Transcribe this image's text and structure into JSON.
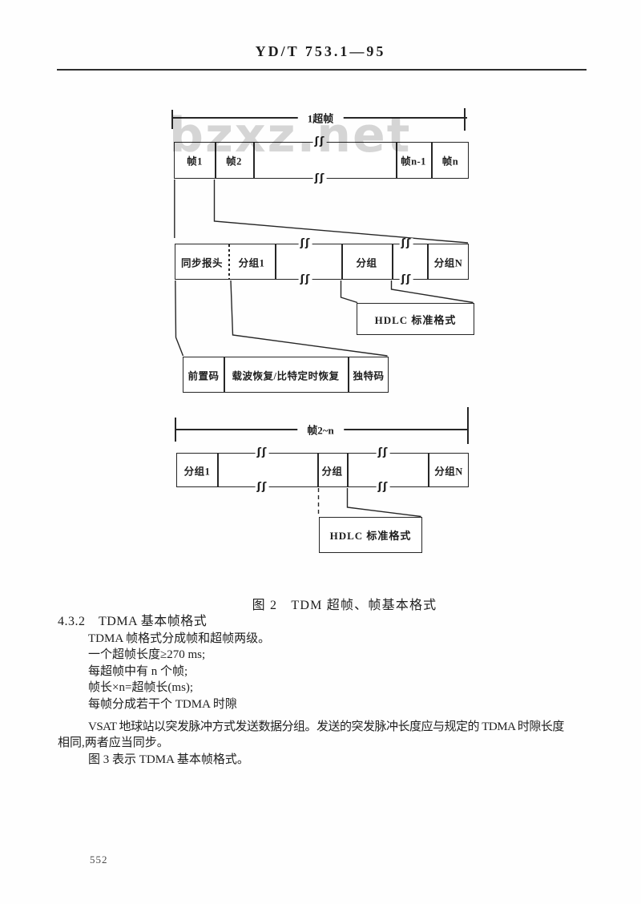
{
  "header": {
    "doc_number": "YD/T 753.1—95"
  },
  "watermark": {
    "text": "bzxz.net"
  },
  "figure": {
    "caption": "图 2　TDM 超帧、帧基本格式",
    "superframe_dim_label": "1超帧",
    "frames_dim_label": "帧2~n",
    "break_glyph": "ʃʃ",
    "superframe_bar_cells": [
      "帧1",
      "帧2",
      "帧n-1",
      "帧n"
    ],
    "frame1_bar_cells": [
      "同步报头",
      "分组1",
      "分组",
      "分组N"
    ],
    "burst_bar_cells": [
      "前置码",
      "载波恢复/比特定时恢复",
      "独特码"
    ],
    "frame2n_bar_cells": [
      "分组1",
      "分组",
      "分组N"
    ],
    "hdlc_box1_label": "HDLC 标准格式",
    "hdlc_box2_label": "HDLC 标准格式"
  },
  "body": {
    "section_heading": "4.3.2　TDMA 基本帧格式",
    "lines": [
      "TDMA 帧格式分成帧和超帧两级。",
      "一个超帧长度≥270 ms;",
      "每超帧中有 n 个帧;",
      "帧长×n=超帧长(ms);",
      "每帧分成若干个 TDMA 时隙",
      "VSAT 地球站以突发脉冲方式发送数据分组。发送的突发脉冲长度应与规定的 TDMA 时隙长度",
      "相同,两者应当同步。",
      "图 3 表示 TDMA 基本帧格式。"
    ]
  },
  "footer": {
    "page_number": "552"
  },
  "colors": {
    "ink": "#262626",
    "paper": "#fefefe",
    "watermark": "#b5b5b5"
  }
}
